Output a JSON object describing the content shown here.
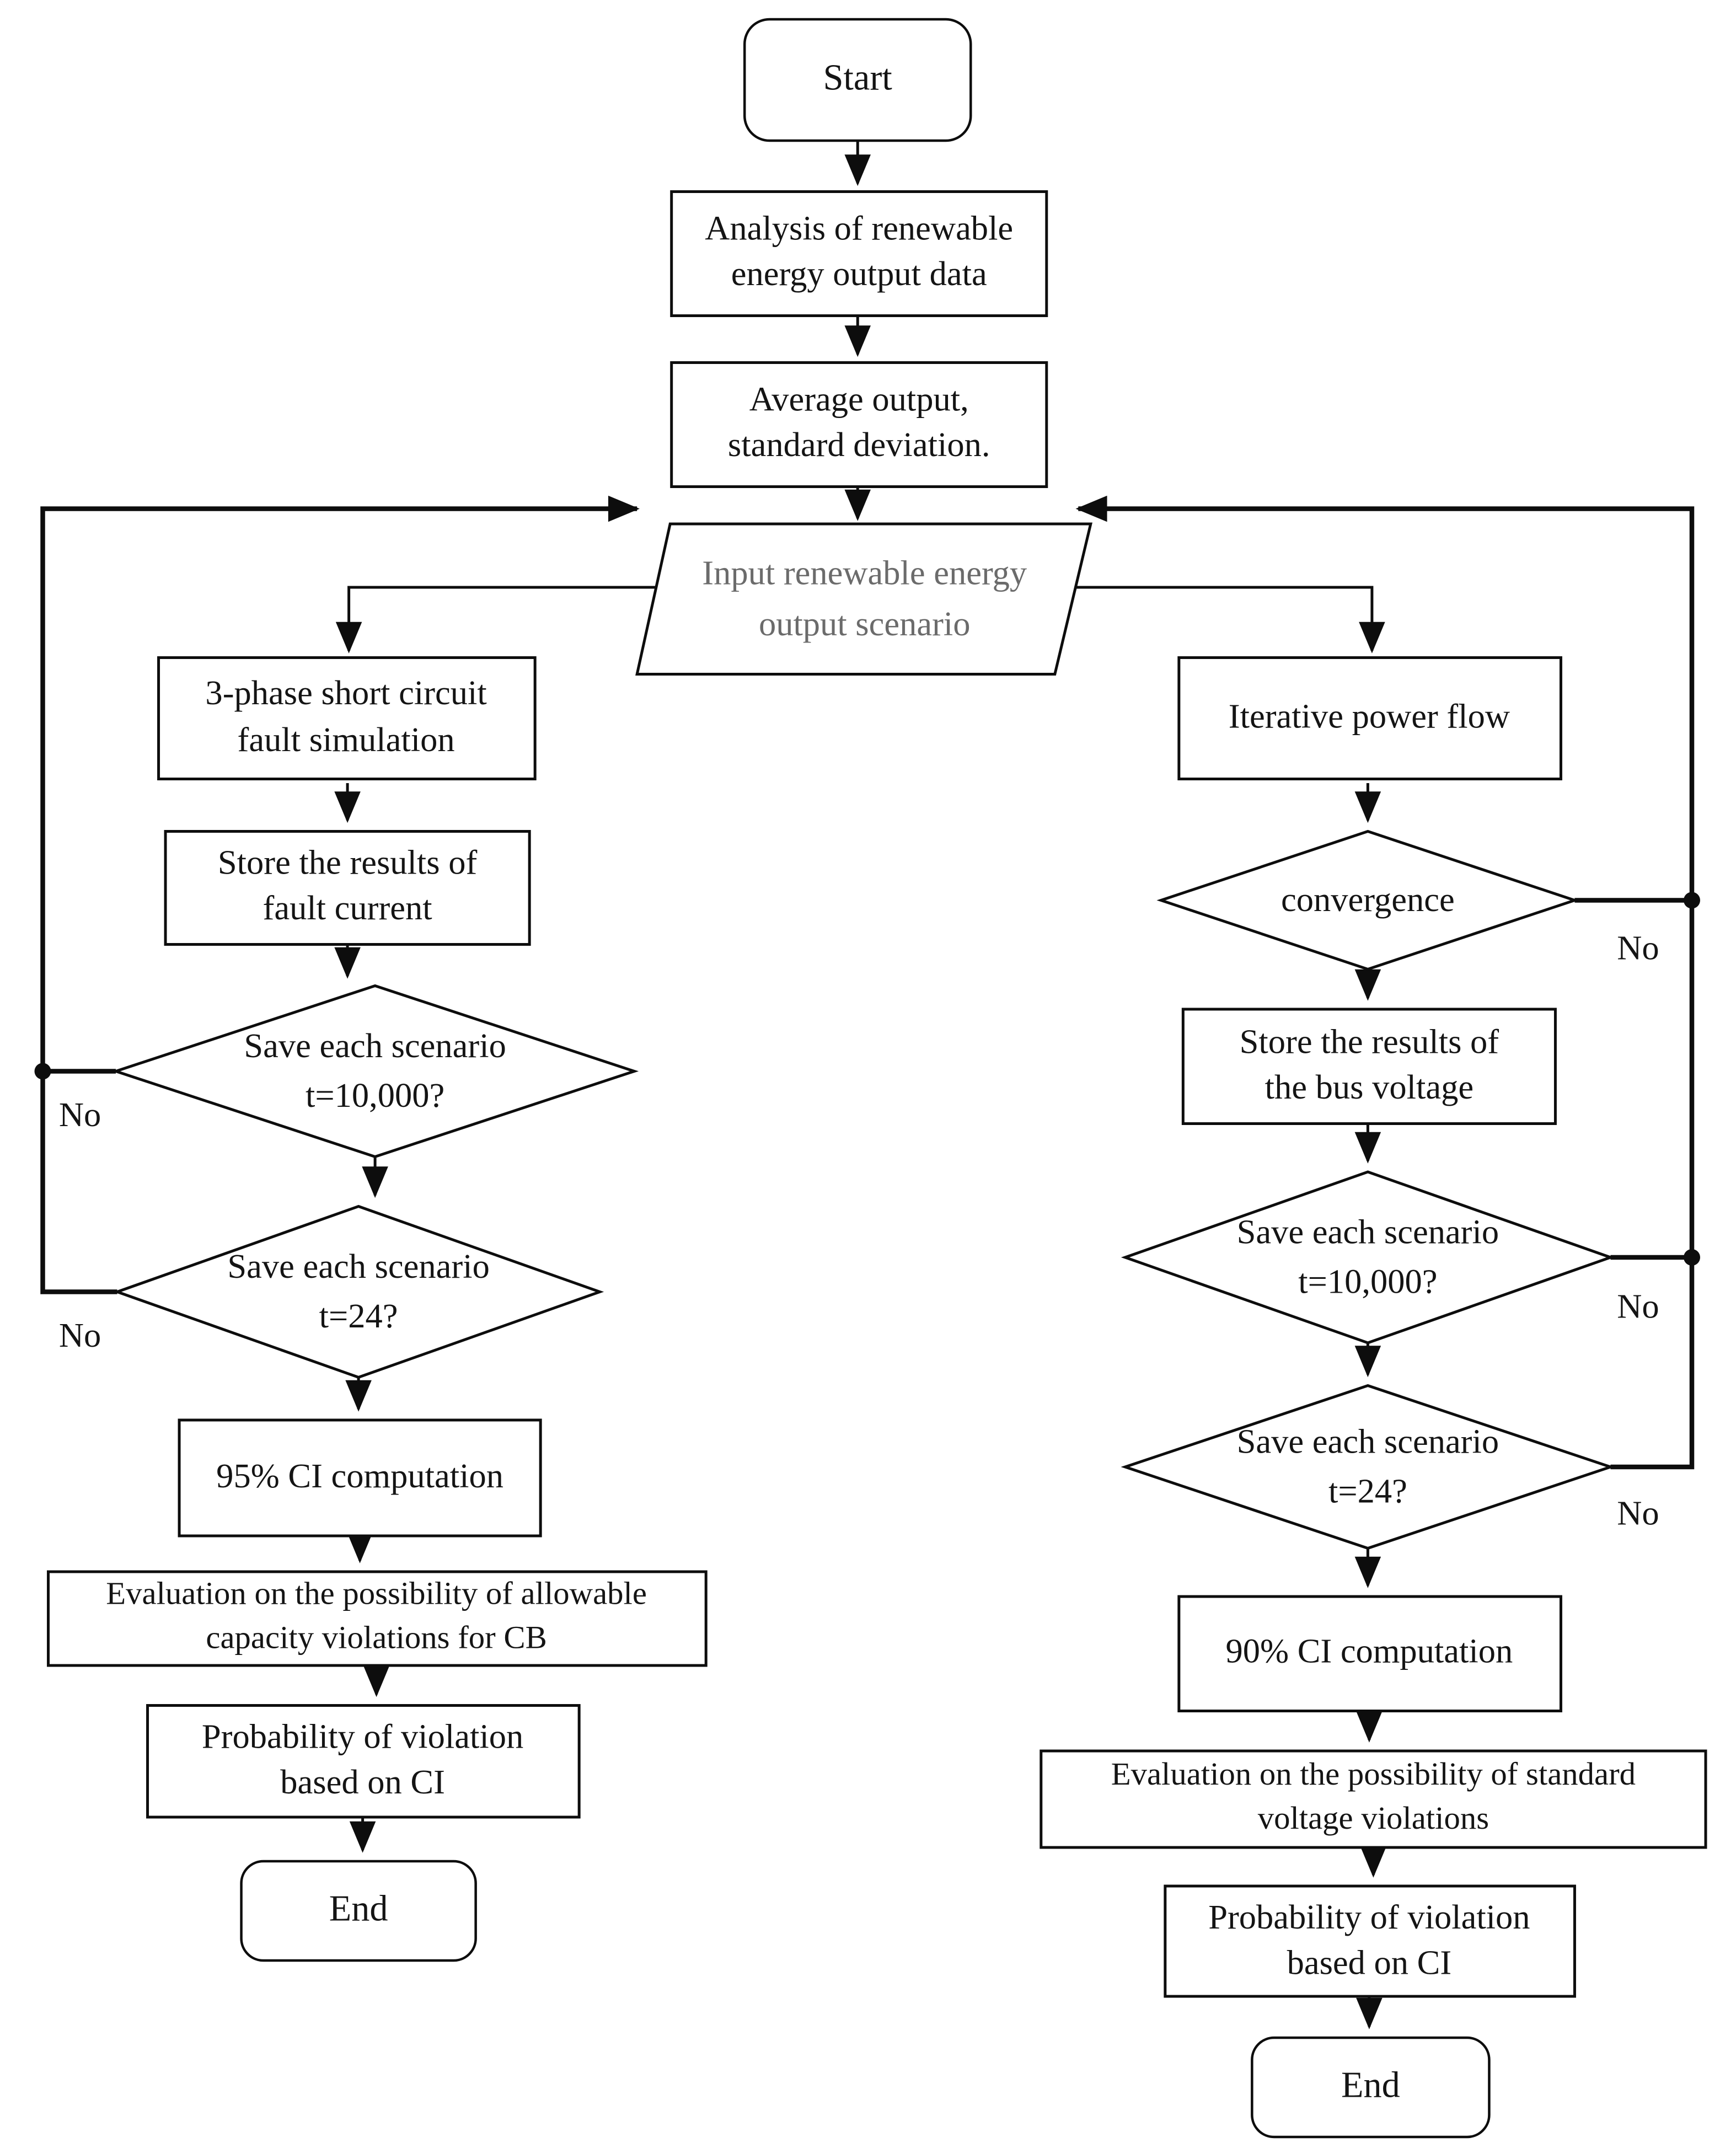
{
  "diagram": {
    "type": "flowchart",
    "background": "#ffffff",
    "line_color": "#0d0d0d",
    "text_color": "#141414",
    "input_text_color": "#6b6b6b"
  },
  "nodes": {
    "start": {
      "shape": "terminator",
      "label": "Start"
    },
    "analysis": {
      "shape": "process",
      "line1": "Analysis of renewable",
      "line2": "energy output data"
    },
    "average": {
      "shape": "process",
      "line1": "Average output,",
      "line2": "standard deviation."
    },
    "input_scenario": {
      "shape": "input-parallelogram",
      "line1": "Input renewable energy",
      "line2": "output scenario"
    },
    "fault_simulation": {
      "shape": "process",
      "line1": "3-phase short circuit",
      "line2": "fault simulation"
    },
    "store_fault_current": {
      "shape": "process",
      "line1": "Store the results of",
      "line2": "fault current"
    },
    "left_save_t10000": {
      "shape": "decision",
      "line1": "Save each scenario",
      "line2": "t=10,000?"
    },
    "left_save_t24": {
      "shape": "decision",
      "line1": "Save each scenario",
      "line2": "t=24?"
    },
    "ci_95": {
      "shape": "process",
      "label": "95% CI computation"
    },
    "evaluation_cb": {
      "shape": "process",
      "line1": "Evaluation on the possibility of allowable",
      "line2": "capacity violations for CB"
    },
    "probability_left": {
      "shape": "process",
      "line1": "Probability of violation",
      "line2": "based on CI"
    },
    "end_left": {
      "shape": "terminator",
      "label": "End"
    },
    "iterative_power_flow": {
      "shape": "process",
      "label": "Iterative power flow"
    },
    "convergence": {
      "shape": "decision",
      "label": "convergence"
    },
    "store_bus_voltage": {
      "shape": "process",
      "line1": "Store the results of",
      "line2": "the bus voltage"
    },
    "right_save_t10000": {
      "shape": "decision",
      "line1": "Save each scenario",
      "line2": "t=10,000?"
    },
    "right_save_t24": {
      "shape": "decision",
      "line1": "Save each scenario",
      "line2": "t=24?"
    },
    "ci_90": {
      "shape": "process",
      "label": "90% CI computation"
    },
    "evaluation_voltage": {
      "shape": "process",
      "line1": "Evaluation on the possibility of standard",
      "line2": "voltage violations"
    },
    "probability_right": {
      "shape": "process",
      "line1": "Probability of violation",
      "line2": "based on CI"
    },
    "end_right": {
      "shape": "terminator",
      "label": "End"
    }
  },
  "edge_labels": {
    "left_save_t10000_no": "No",
    "left_save_t24_no": "No",
    "convergence_no": "No",
    "right_save_t10000_no": "No",
    "right_save_t24_no": "No"
  }
}
